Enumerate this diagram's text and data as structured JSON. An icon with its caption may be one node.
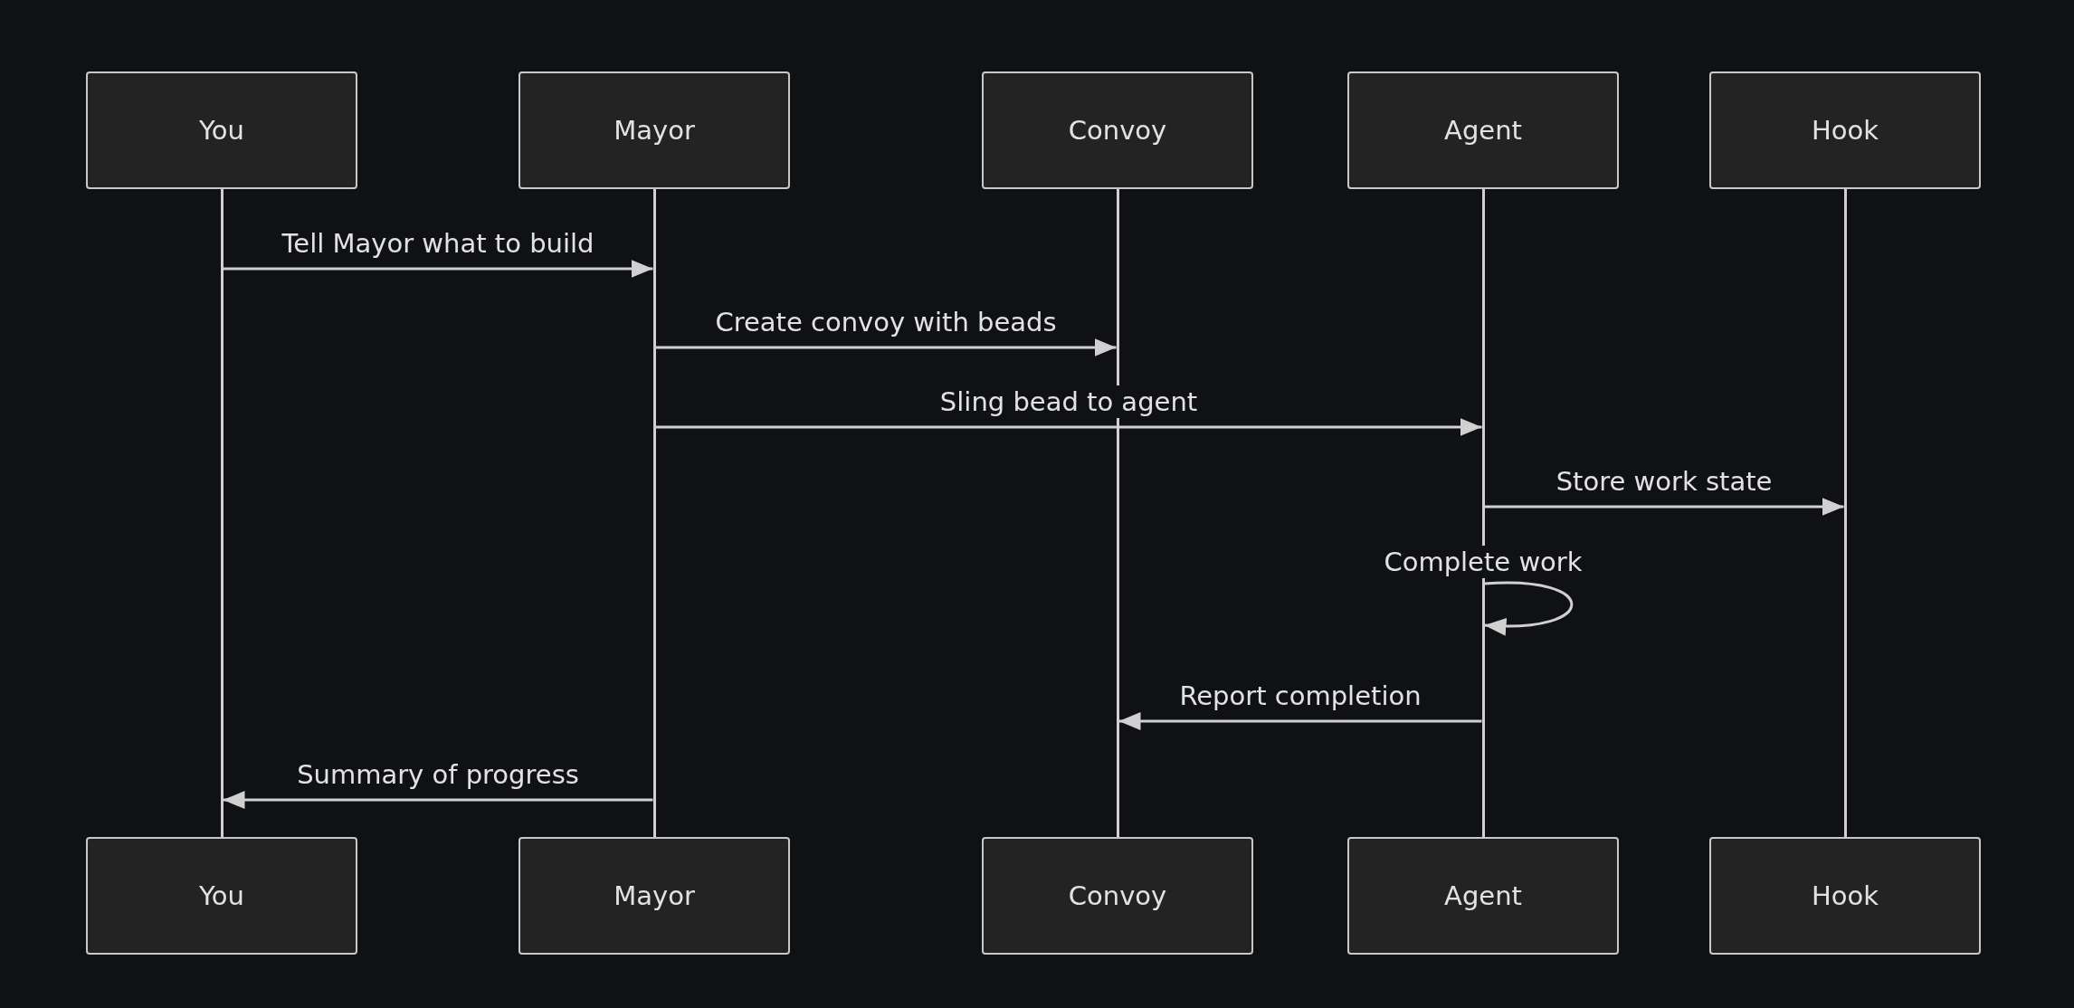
{
  "diagram": {
    "nodes": [
      {
        "text": [
          "You"
        ]
      },
      {
        "text": [
          "Mayor"
        ]
      },
      {
        "text": [
          "Convoy"
        ]
      },
      {
        "text": [
          "Agent"
        ]
      },
      {
        "text": [
          "Hook"
        ]
      },
      {
        "text": [
          "You"
        ]
      },
      {
        "text": [
          "Mayor"
        ]
      },
      {
        "text": [
          "Convoy"
        ]
      },
      {
        "text": [
          "Agent"
        ]
      },
      {
        "text": [
          "Hook"
        ]
      },
      {
        "text": [],
        "shape": "line"
      },
      {
        "text": [],
        "shape": "line"
      },
      {
        "text": [],
        "shape": "line"
      },
      {
        "text": [],
        "shape": "line"
      },
      {
        "text": [],
        "shape": "line"
      }
    ],
    "edges": [
      {
        "from": 10,
        "to": 11,
        "arrow": "to",
        "label": "Tell Mayor what to build"
      },
      {
        "from": 11,
        "to": 12,
        "arrow": "to",
        "label": "Create convoy with beads"
      },
      {
        "from": 11,
        "to": 13,
        "arrow": "to",
        "label": "Sling bead to agent"
      },
      {
        "from": 13,
        "to": 14,
        "arrow": "to",
        "label": "Store work state"
      },
      {
        "from": 13,
        "to": 13,
        "arrow": "to",
        "label": "Complete work"
      },
      {
        "from": 13,
        "to": 12,
        "arrow": "to",
        "label": "Report completion"
      },
      {
        "from": 11,
        "to": 10,
        "arrow": "to",
        "label": "Summary of progress"
      }
    ]
  }
}
